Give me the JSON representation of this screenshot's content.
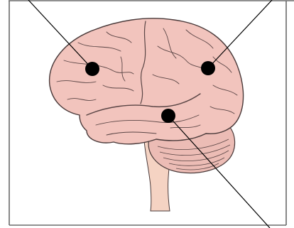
{
  "figure": {
    "subject": "brain-lateral-view",
    "colors": {
      "frame": "#6b6b6b",
      "cerebrum": "#f2c4bd",
      "cerebellum": "#ecbcb5",
      "brainstem": "#f5d3c3",
      "outline": "#4a3a3a",
      "sulcus": "#5a4545",
      "marker": "#000000",
      "leader": "#000000"
    },
    "markers": [
      {
        "id": "frontal-lobe",
        "label": ""
      },
      {
        "id": "parietal-lobe",
        "label": ""
      },
      {
        "id": "temporal-lobe",
        "label": ""
      }
    ]
  }
}
